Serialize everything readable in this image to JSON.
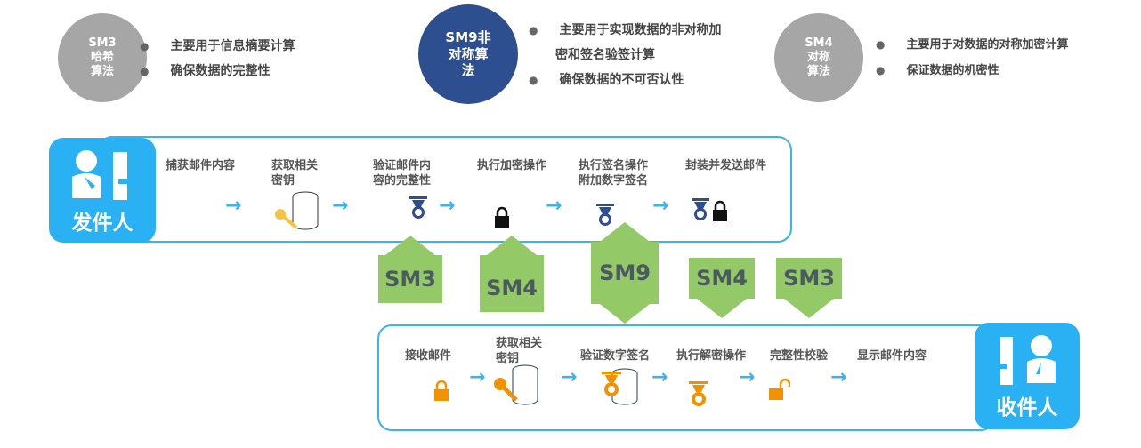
{
  "algorithms": [
    {
      "name": "SM3\n哈希\n算法",
      "bullets": [
        "主要用于信息摘要计算",
        "确保数据的完整性"
      ],
      "color": "#a6a6a6"
    },
    {
      "name": "SM9非\n对称算\n法",
      "bullets": [
        "主要用于实现数据的非对称加",
        "密和签名验签计算",
        "确保数据的不可否认性"
      ],
      "color": "#2e4f8f"
    },
    {
      "name": "SM4\n对称\n算法",
      "bullets": [
        "主要用于对数据的对称加密计算",
        "保证数据的机密性"
      ],
      "color": "#a6a6a6"
    }
  ],
  "sender": {
    "label": "发件人",
    "steps": [
      "捕获邮件内容",
      "获取相关\n密钥",
      "验证邮件内\n容的完整性",
      "执行加密操作",
      "执行签名操作\n附加数字签名",
      "封装并发送邮件"
    ]
  },
  "receiver": {
    "label": "收件人",
    "steps": [
      "接收邮件",
      "获取相关\n密钥",
      "验证数字签名",
      "执行解密操作",
      "完整性校验",
      "显示邮件内容"
    ]
  },
  "links": [
    "SM3",
    "SM4",
    "SM9",
    "SM4",
    "SM3"
  ],
  "colors": {
    "accent": "#3ab4f0",
    "green": "#93c966",
    "orange": "#f39200",
    "navy": "#2e4f8f"
  }
}
